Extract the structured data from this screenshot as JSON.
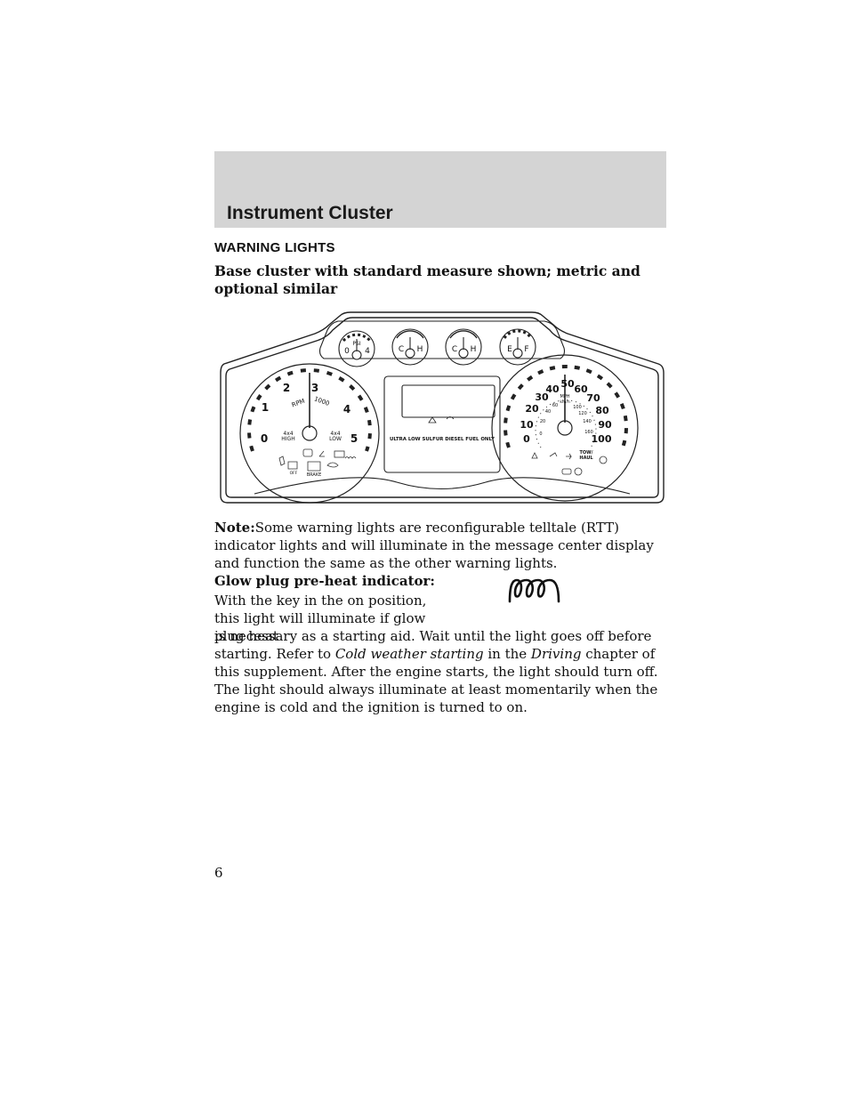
{
  "header": {
    "title": "Instrument Cluster"
  },
  "section": {
    "title": "WARNING LIGHTS",
    "subtitle": "Base cluster with standard measure shown; metric and optional similar"
  },
  "cluster": {
    "oil_gauge": {
      "low": "0",
      "high": "4",
      "center": "PSI"
    },
    "trans_temp_gauge": {
      "cold": "C",
      "hot": "H"
    },
    "engine_temp_gauge": {
      "cold": "C",
      "hot": "H"
    },
    "fuel_gauge": {
      "empty": "E",
      "full": "F"
    },
    "tachometer": {
      "ticks": [
        "0",
        "1",
        "2",
        "3",
        "4",
        "5"
      ],
      "label": "RPM",
      "multiplier": "1000",
      "four_high": [
        "4x4",
        "HIGH"
      ],
      "four_low": [
        "4x4",
        "LOW"
      ],
      "off_label": "OFF",
      "brake_label": "BRAKE"
    },
    "message_center": {
      "fuel_notice": "ULTRA LOW SULFUR DIESEL FUEL ONLY"
    },
    "speedometer": {
      "mph_ticks": [
        "0",
        "10",
        "20",
        "30",
        "40",
        "50",
        "60",
        "70",
        "80",
        "90",
        "100"
      ],
      "kmh_ticks": [
        "0",
        "20",
        "40",
        "60",
        "100",
        "120",
        "140",
        "160"
      ],
      "unit_mph": "MPH",
      "unit_kmh": "km/h",
      "tow_haul": [
        "TOW/",
        "HAUL"
      ]
    }
  },
  "note": {
    "label": "Note:",
    "text": "Some warning lights are reconfigurable telltale (RTT) indicator lights and will illuminate in the message center display and function the same as the other warning lights."
  },
  "glow_plug": {
    "title": "Glow plug pre-heat indicator:",
    "p1": "With the key in the on position, this light will illuminate if glow plug heat",
    "p2_a": "is necessary as a starting aid. Wait until the light goes off before starting. Refer to ",
    "p2_link1": "Cold weather starting",
    "p2_b": " in the ",
    "p2_link2": "Driving",
    "p2_c": " chapter of this supplement. After the engine starts, the light should turn off. The light should always illuminate at least momentarily when the engine is cold and the ignition is turned to on."
  },
  "page": {
    "number": "6"
  },
  "icons": [
    "glow-plug-icon",
    "oil-can-icon",
    "thermometer-icon",
    "fuel-pump-icon",
    "battery-icon",
    "check-engine-icon",
    "seatbelt-icon",
    "airbag-icon",
    "brake-icon",
    "turn-arrow-icon",
    "high-beam-icon",
    "tire-pressure-icon"
  ]
}
